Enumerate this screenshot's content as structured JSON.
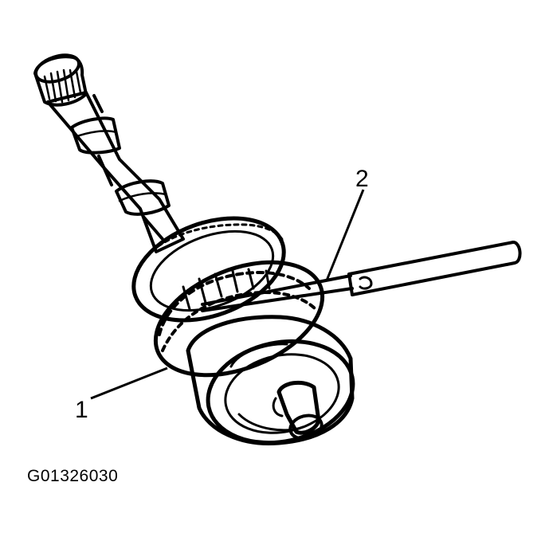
{
  "callouts": [
    {
      "id": "1",
      "label": "1"
    },
    {
      "id": "2",
      "label": "2"
    }
  ],
  "figure_code": "G01326030",
  "colors": {
    "ink": "#000000",
    "paper": "#ffffff"
  }
}
